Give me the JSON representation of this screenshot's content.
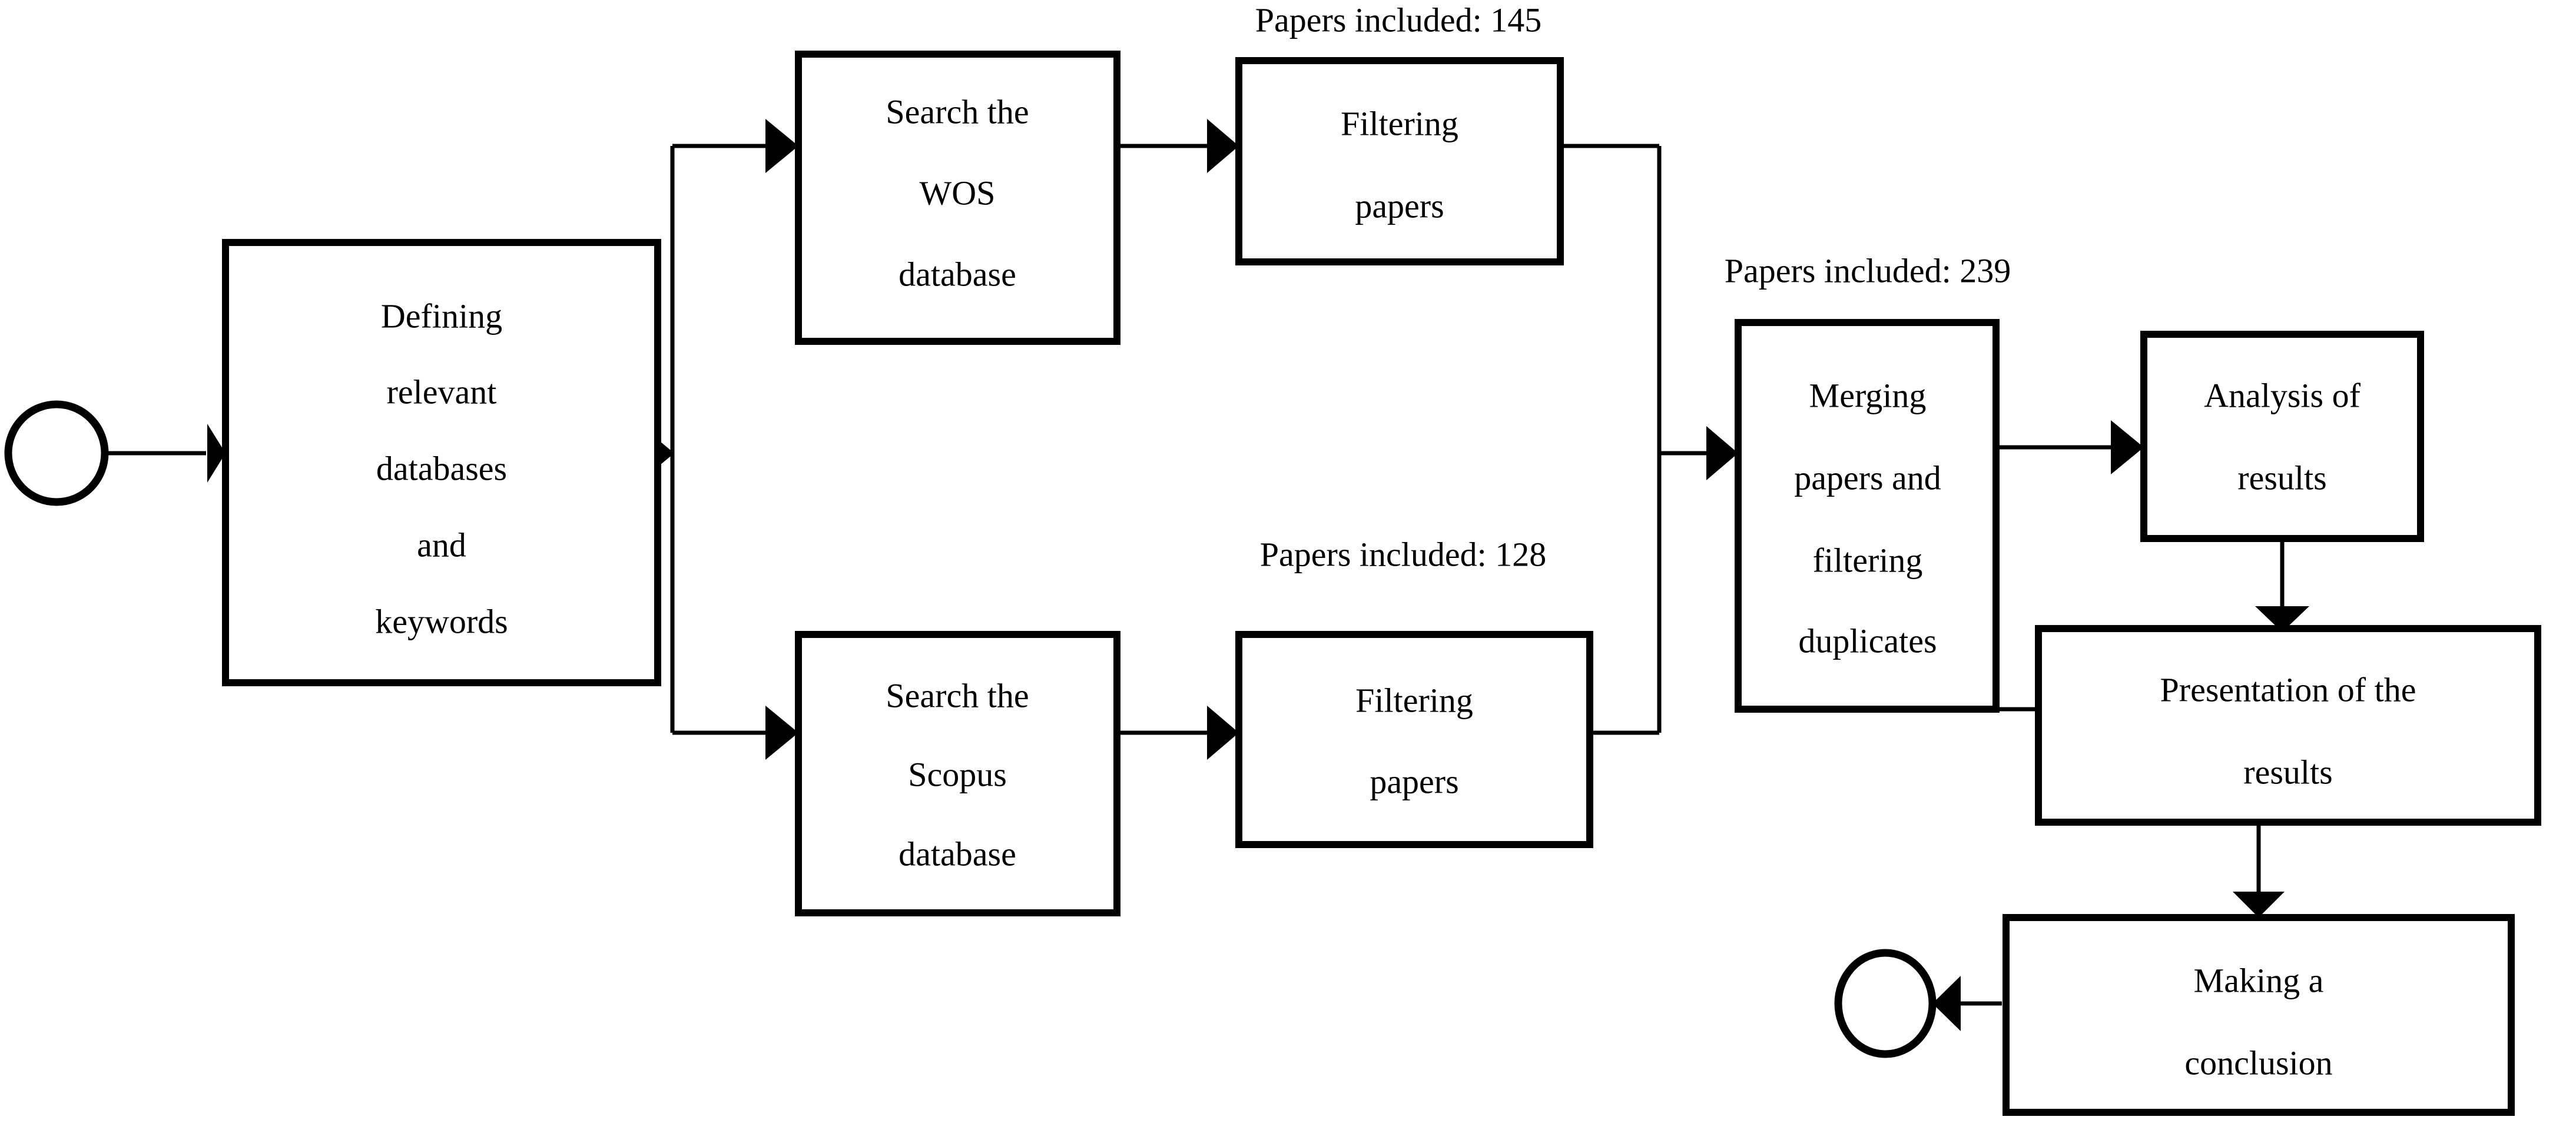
{
  "diagram": {
    "type": "flowchart",
    "orientation": "left-to-right",
    "background_color": "#ffffff",
    "line_color": "#000000",
    "box_fill_color": "#ffffff",
    "nodes": [
      {
        "id": "start",
        "shape": "circle",
        "label": ""
      },
      {
        "id": "defining",
        "shape": "rectangle",
        "lines": [
          "Defining",
          "relevant",
          "databases",
          "and",
          "keywords"
        ]
      },
      {
        "id": "search-wos",
        "shape": "rectangle",
        "lines": [
          "Search the",
          "WOS",
          "database"
        ]
      },
      {
        "id": "filter-wos",
        "shape": "rectangle",
        "lines": [
          "Filtering",
          "papers"
        ]
      },
      {
        "id": "search-scopus",
        "shape": "rectangle",
        "lines": [
          "Search the",
          "Scopus",
          "database"
        ]
      },
      {
        "id": "filter-scopus",
        "shape": "rectangle",
        "lines": [
          "Filtering",
          "papers"
        ]
      },
      {
        "id": "merging",
        "shape": "rectangle",
        "lines": [
          "Merging",
          "papers and",
          "filtering",
          "duplicates"
        ]
      },
      {
        "id": "analysis",
        "shape": "rectangle",
        "lines": [
          "Analysis of",
          "results"
        ]
      },
      {
        "id": "presentation",
        "shape": "rectangle",
        "lines": [
          "Presentation of the",
          "results"
        ]
      },
      {
        "id": "conclusion",
        "shape": "rectangle",
        "lines": [
          "Making a",
          "conclusion"
        ]
      },
      {
        "id": "end",
        "shape": "circle",
        "label": ""
      }
    ],
    "annotations": [
      {
        "id": "papers-wos",
        "text": "Papers included: 145"
      },
      {
        "id": "papers-scopus",
        "text": "Papers included: 128"
      },
      {
        "id": "papers-merged",
        "text": "Papers included: 239"
      }
    ]
  },
  "labels": {
    "defining": {
      "l1": "Defining",
      "l2": "relevant",
      "l3": "databases",
      "l4": "and",
      "l5": "keywords"
    },
    "search_wos": {
      "l1": "Search the",
      "l2": "WOS",
      "l3": "database"
    },
    "filter_wos": {
      "l1": "Filtering",
      "l2": "papers"
    },
    "search_scopus": {
      "l1": "Search the",
      "l2": "Scopus",
      "l3": "database"
    },
    "filter_scopus": {
      "l1": "Filtering",
      "l2": "papers"
    },
    "merging": {
      "l1": "Merging",
      "l2": "papers and",
      "l3": "filtering",
      "l4": "duplicates"
    },
    "analysis": {
      "l1": "Analysis of",
      "l2": "results"
    },
    "presentation": {
      "l1": "Presentation of the",
      "l2": "results"
    },
    "conclusion": {
      "l1": "Making a",
      "l2": "conclusion"
    }
  },
  "annotations": {
    "papers_wos": "Papers included: 145",
    "papers_scopus": "Papers included: 128",
    "papers_merged": "Papers included: 239"
  }
}
